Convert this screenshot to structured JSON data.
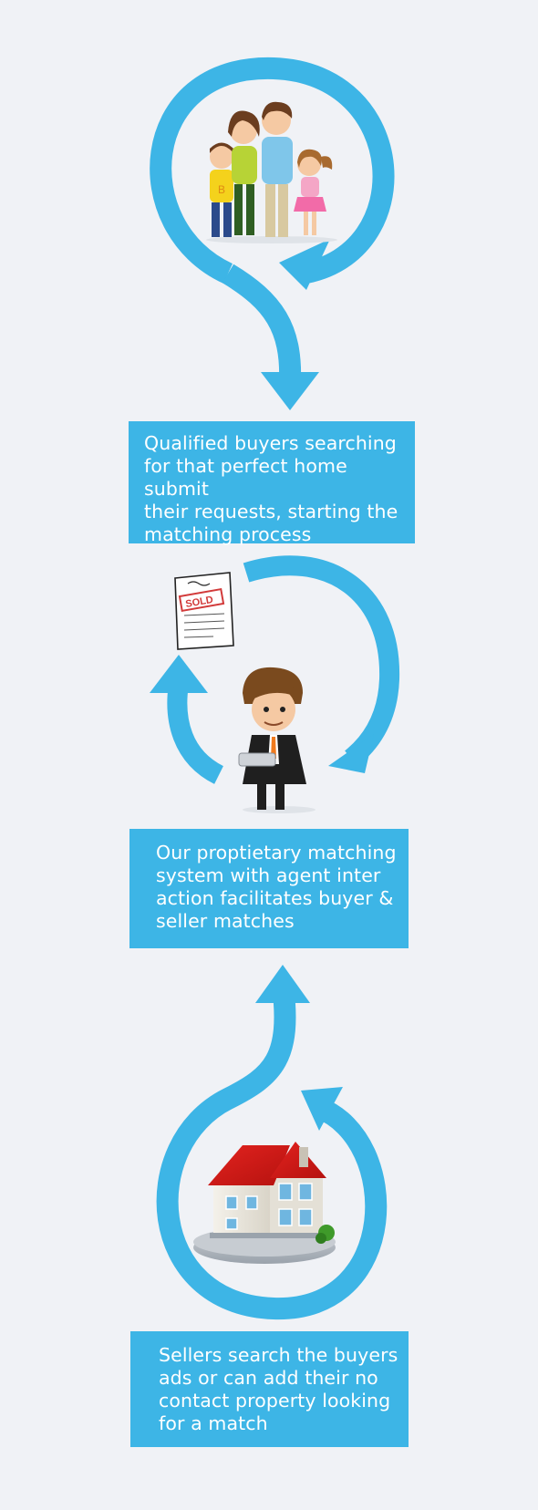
{
  "colors": {
    "background": "#f0f2f6",
    "accent": "#3db5e6",
    "box_text": "#ffffff"
  },
  "steps": [
    {
      "illustration": "family-illustration",
      "text": "Qualified buyers searching\nfor that perfect home submit\n their requests, starting the\nmatching process"
    },
    {
      "illustration": "agent-with-sold-contract-illustration",
      "text": "Our proptietary matching\nsystem  with agent inter\naction facilitates buyer &\nseller matches"
    },
    {
      "illustration": "house-illustration",
      "text": "Sellers search the buyers\nads or can add their no\ncontact property looking\nfor a match"
    }
  ]
}
